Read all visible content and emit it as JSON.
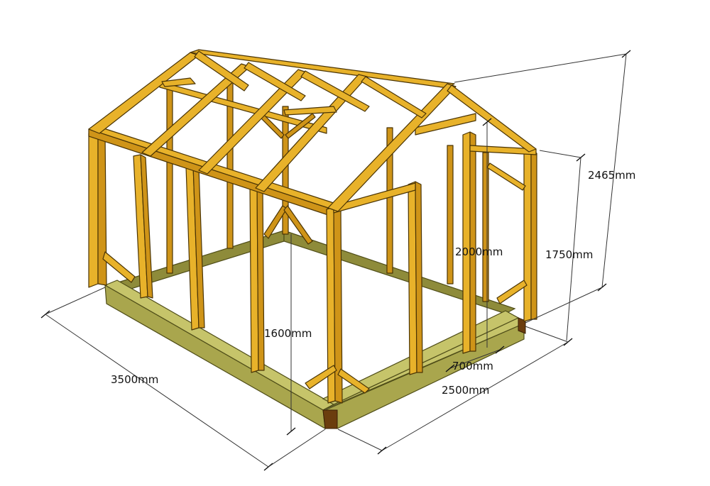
{
  "dimensions": {
    "total_height": "2465mm",
    "wall_height": "1750mm",
    "ridge_height": "2000mm",
    "door_height": "1600mm",
    "door_width": "700mm",
    "width": "2500mm",
    "length": "3500mm"
  },
  "colors": {
    "timber": "#e8b22a",
    "timber_side": "#cf9418",
    "base_sleeper": "#c6c46a",
    "dimension_line": "#333333"
  }
}
